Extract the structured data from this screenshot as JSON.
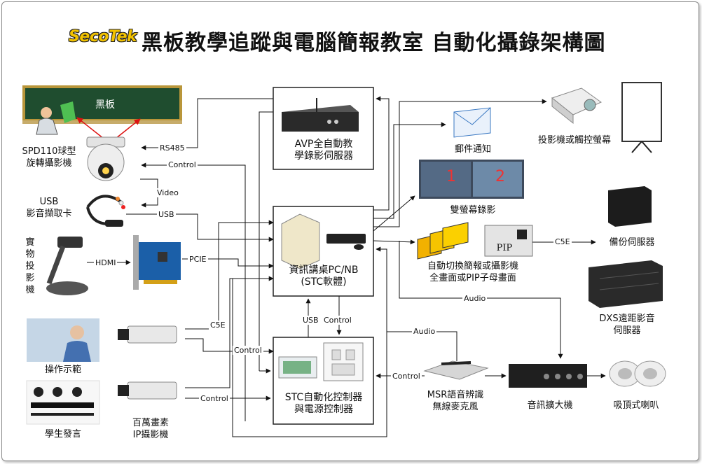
{
  "title": {
    "logo": "SecoTek",
    "main": "黑板教學追蹤與電腦簡報教室  自動化攝錄架構圖"
  },
  "left": {
    "blackboard": "黑板",
    "ptz_camera": [
      "SPD110球型",
      "旋轉攝影機"
    ],
    "usb_capture": [
      "USB",
      "影音擷取卡"
    ],
    "document_camera": [
      "實",
      "物",
      "投",
      "影",
      "機"
    ],
    "demo": "操作示範",
    "student": "學生發言",
    "ip_camera": [
      "百萬畫素",
      "IP攝影機"
    ]
  },
  "center": {
    "avp": [
      "AVP全自動教",
      "學錄影伺服器"
    ],
    "pc": [
      "資訊講桌PC/NB",
      "(STC軟體)"
    ],
    "stc": [
      "STC自動化控制器",
      "與電源控制器"
    ]
  },
  "right": {
    "email": "郵件通知",
    "projector": "投影機或觸控螢幕",
    "dual_screen": "雙螢幕錄影",
    "auto_switch": [
      "自動切換簡報或攝影機",
      "全畫面或PIP子母畫面"
    ],
    "pip": "PIP",
    "backup": "備份伺服器",
    "dxs": [
      "DXS遠距影音",
      "伺服器"
    ],
    "mic": [
      "MSR語音辨識",
      "無線麥克風"
    ],
    "amp": "音訊擴大機",
    "speaker": "吸頂式喇叭",
    "screen_nums": [
      "1",
      "2"
    ]
  },
  "links": {
    "rs485": "RS485",
    "control": "Control",
    "video": "Video",
    "usb": "USB",
    "hdmi": "HDMI",
    "pcie": "PCIE",
    "c5e": "C5E",
    "audio": "Audio"
  }
}
